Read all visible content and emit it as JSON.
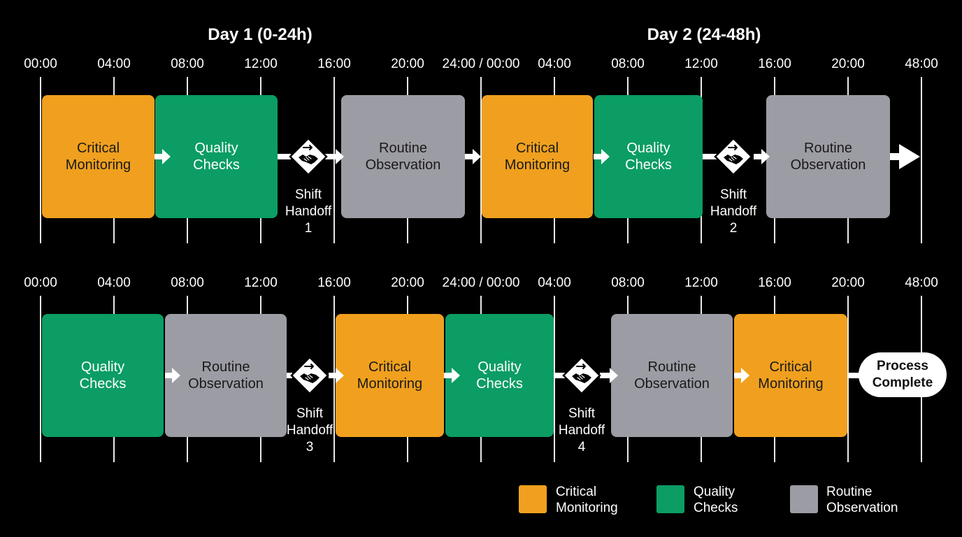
{
  "days": [
    {
      "label": "Day 1 (0-24h)"
    },
    {
      "label": "Day 2 (24-48h)"
    }
  ],
  "rows": [
    {
      "ticks": [
        "00:00",
        "04:00",
        "08:00",
        "12:00",
        "16:00",
        "20:00",
        "24:00 / 00:00",
        "04:00",
        "08:00",
        "12:00",
        "16:00",
        "20:00",
        "48:00"
      ],
      "blocks": [
        {
          "line1": "Critical",
          "line2": "Monitoring",
          "kind": "critical"
        },
        {
          "line1": "Quality",
          "line2": "Checks",
          "kind": "quality"
        },
        {
          "line1": "Routine",
          "line2": "Observation",
          "kind": "routine"
        },
        {
          "line1": "Critical",
          "line2": "Monitoring",
          "kind": "critical"
        },
        {
          "line1": "Quality",
          "line2": "Checks",
          "kind": "quality"
        },
        {
          "line1": "Routine",
          "line2": "Observation",
          "kind": "routine"
        }
      ],
      "handoffs": [
        {
          "line1": "Shift",
          "line2": "Handoff",
          "number": "1"
        },
        {
          "line1": "Shift",
          "line2": "Handoff",
          "number": "2"
        }
      ]
    },
    {
      "ticks": [
        "00:00",
        "04:00",
        "08:00",
        "12:00",
        "16:00",
        "20:00",
        "24:00 / 00:00",
        "04:00",
        "08:00",
        "12:00",
        "16:00",
        "20:00",
        "48:00"
      ],
      "blocks": [
        {
          "line1": "Quality",
          "line2": "Checks",
          "kind": "quality"
        },
        {
          "line1": "Routine",
          "line2": "Observation",
          "kind": "routine"
        },
        {
          "line1": "Critical",
          "line2": "Monitoring",
          "kind": "critical"
        },
        {
          "line1": "Quality",
          "line2": "Checks",
          "kind": "quality"
        },
        {
          "line1": "Routine",
          "line2": "Observation",
          "kind": "routine"
        },
        {
          "line1": "Critical",
          "line2": "Monitoring",
          "kind": "critical"
        }
      ],
      "handoffs": [
        {
          "line1": "Shift",
          "line2": "Handoff",
          "number": "3"
        },
        {
          "line1": "Shift",
          "line2": "Handoff",
          "number": "4"
        }
      ],
      "end": {
        "line1": "Process",
        "line2": "Complete"
      }
    }
  ],
  "legend": [
    {
      "line1": "Critical",
      "line2": "Monitoring",
      "kind": "critical"
    },
    {
      "line1": "Quality",
      "line2": "Checks",
      "kind": "quality"
    },
    {
      "line1": "Routine",
      "line2": "Observation",
      "kind": "routine"
    }
  ],
  "icons": {
    "handoff": "handshake-icon",
    "arrow": "arrow-right-icon"
  },
  "colors": {
    "critical": "#f0a01e",
    "quality": "#0b9d63",
    "routine": "#9c9ca4",
    "background": "#000000",
    "line": "#e8e8e8"
  }
}
